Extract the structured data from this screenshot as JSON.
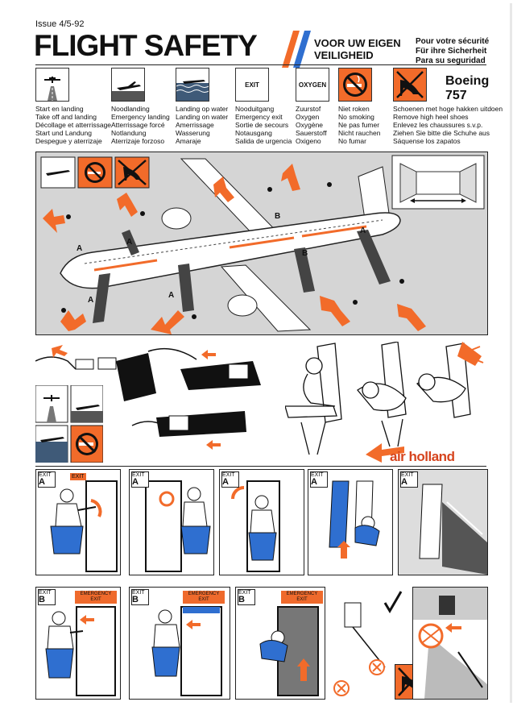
{
  "header": {
    "issue": "Issue 4/5-92",
    "title": "FLIGHT SAFETY",
    "dutch_line1": "VOOR UW EIGEN",
    "dutch_line2": "VEILIGHEID",
    "fr": "Pour votre sécurité",
    "de": "Für ihre Sicherheit",
    "es": "Para su seguridad",
    "aircraft_line1": "Boeing",
    "aircraft_line2": "757"
  },
  "icons": [
    {
      "icon": "takeoff-landing-icon",
      "lines": [
        "Start en landing",
        "Take off and landing",
        "Décollage et atterrissage",
        "Start und Landung",
        "Despegue y aterrizaje"
      ]
    },
    {
      "icon": "emergency-landing-icon",
      "lines": [
        "Noodlanding",
        "Emergency landing",
        "Atterrissage forcé",
        "Notlandung",
        "Aterrizaje forzoso"
      ]
    },
    {
      "icon": "water-landing-icon",
      "lines": [
        "Landing op water",
        "Landing on water",
        "Amerrissage",
        "Wasserung",
        "Amaraje"
      ]
    },
    {
      "icon": "exit-sign-icon",
      "label": "EXIT",
      "lines": [
        "Nooduitgang",
        "Emergency exit",
        "Sortie de secours",
        "Notausgang",
        "Salida de urgencia"
      ]
    },
    {
      "icon": "oxygen-sign-icon",
      "label": "OXYGEN",
      "lines": [
        "Zuurstof",
        "Oxygen",
        "Oxygène",
        "Sauerstoff",
        "Oxigeno"
      ]
    },
    {
      "icon": "no-smoking-icon",
      "lines": [
        "Niet roken",
        "No smoking",
        "Ne pas fumer",
        "Nicht rauchen",
        "No fumar"
      ]
    },
    {
      "icon": "no-high-heels-icon",
      "lines": [
        "Schoenen met hoge hakken uitdoen",
        "Remove high heel shoes",
        "Enlevez les chaussures s.v.p.",
        "Ziehen Sie bitte die Schuhe aus",
        "Sáquense los zapatos"
      ]
    }
  ],
  "brand": "air holland",
  "exits": {
    "word": "EXIT",
    "a": "A",
    "b": "B",
    "emergency_exit": "EMERGENCY EXIT"
  },
  "diagram_letters": {
    "a": "A",
    "b": "B"
  },
  "colors": {
    "orange": "#f26b2a",
    "blue": "#2f6fd0",
    "grey": "#d5d5d5",
    "brand": "#d6441e"
  }
}
